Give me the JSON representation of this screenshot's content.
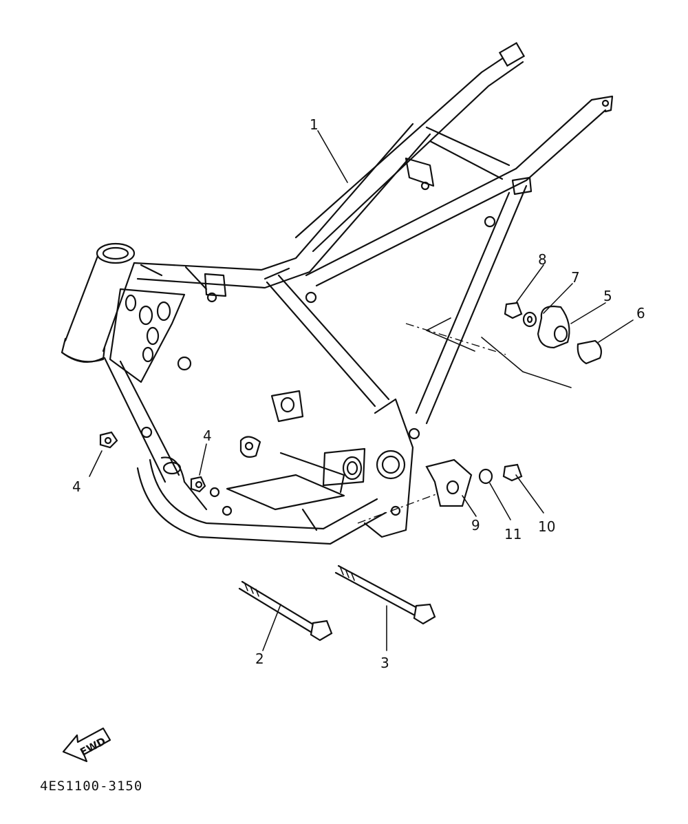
{
  "diagram": {
    "part_code": "4ES1100-3150",
    "fwd_label": "FWD",
    "callouts": {
      "c1": "1",
      "c2": "2",
      "c3": "3",
      "c4a": "4",
      "c4b": "4",
      "c5": "5",
      "c6": "6",
      "c7": "7",
      "c8": "8",
      "c9": "9",
      "c10": "10",
      "c11": "11"
    }
  }
}
